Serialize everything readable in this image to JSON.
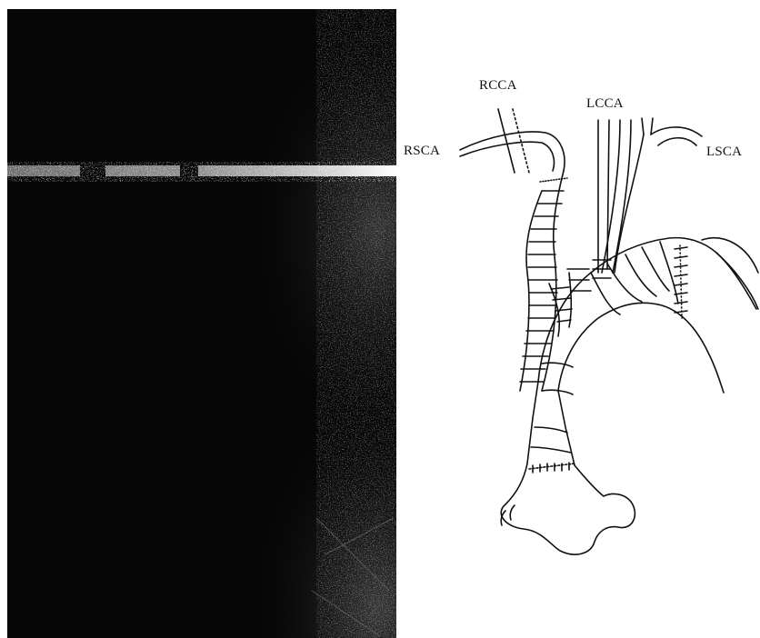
{
  "labels": {
    "rcca": "RCCA",
    "lcca": "LCCA",
    "rsca": "RSCA",
    "lsca": "LSCA"
  },
  "colors": {
    "photo_background": "#060606",
    "line": "#111111",
    "paper": "#ffffff"
  }
}
